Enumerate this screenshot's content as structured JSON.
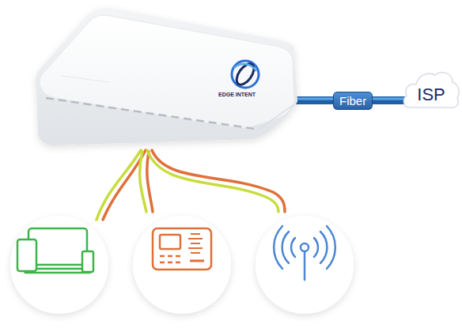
{
  "diagram": {
    "nodes": [
      {
        "text": [
          "EDGE INTENT"
        ]
      },
      {
        "text": [
          "ISP"
        ]
      }
    ],
    "edges": [
      {
        "from": 0,
        "to": 1,
        "label": "Fiber",
        "arrow": "none"
      }
    ]
  }
}
